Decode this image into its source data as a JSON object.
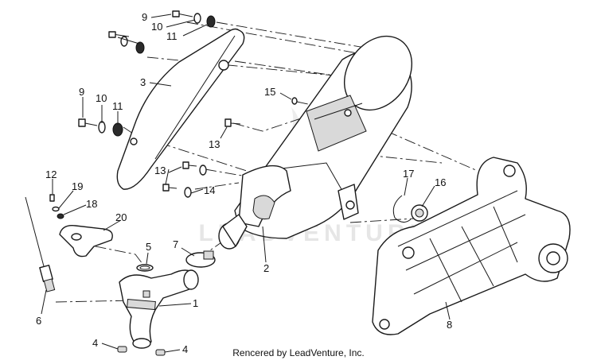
{
  "watermark": "LEADVENTURE",
  "credit": "Rencered by LeadVenture, Inc.",
  "callouts": {
    "c9a": "9",
    "c10a": "10",
    "c11a": "11",
    "c3": "3",
    "c9b": "9",
    "c10b": "10",
    "c11b": "11",
    "c15": "15",
    "c13a": "13",
    "c13b": "13",
    "c14": "14",
    "c12": "12",
    "c19": "19",
    "c18": "18",
    "c20": "20",
    "c5": "5",
    "c7": "7",
    "c2": "2",
    "c6": "6",
    "c1": "1",
    "c4a": "4",
    "c4b": "4",
    "c17": "17",
    "c16": "16",
    "c8": "8"
  }
}
